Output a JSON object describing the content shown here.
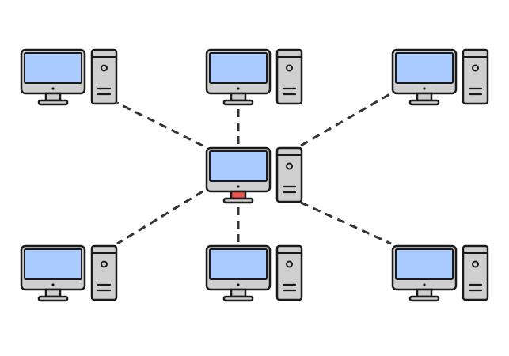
{
  "diagram": {
    "topology": "star",
    "colors": {
      "background": "#ffffff",
      "outline": "#1a1a1a",
      "screen": "#a9cbff",
      "monitor_frame": "#cfcfcf",
      "tower": "#cfcfcf",
      "hub_stand_accent": "#ef5350",
      "link": "#333333"
    },
    "nodes": [
      {
        "id": "pc-top-left",
        "role": "client",
        "icon": "desktop-computer-icon"
      },
      {
        "id": "pc-top-center",
        "role": "client",
        "icon": "desktop-computer-icon"
      },
      {
        "id": "pc-top-right",
        "role": "client",
        "icon": "desktop-computer-icon"
      },
      {
        "id": "pc-hub",
        "role": "hub",
        "icon": "desktop-computer-icon"
      },
      {
        "id": "pc-bottom-left",
        "role": "client",
        "icon": "desktop-computer-icon"
      },
      {
        "id": "pc-bottom-center",
        "role": "client",
        "icon": "desktop-computer-icon"
      },
      {
        "id": "pc-bottom-right",
        "role": "client",
        "icon": "desktop-computer-icon"
      }
    ],
    "links": [
      {
        "from": "pc-hub",
        "to": "pc-top-left",
        "style": "dashed"
      },
      {
        "from": "pc-hub",
        "to": "pc-top-center",
        "style": "dashed"
      },
      {
        "from": "pc-hub",
        "to": "pc-top-right",
        "style": "dashed"
      },
      {
        "from": "pc-hub",
        "to": "pc-bottom-left",
        "style": "dashed"
      },
      {
        "from": "pc-hub",
        "to": "pc-bottom-center",
        "style": "dashed"
      },
      {
        "from": "pc-hub",
        "to": "pc-bottom-right",
        "style": "dashed"
      }
    ]
  }
}
